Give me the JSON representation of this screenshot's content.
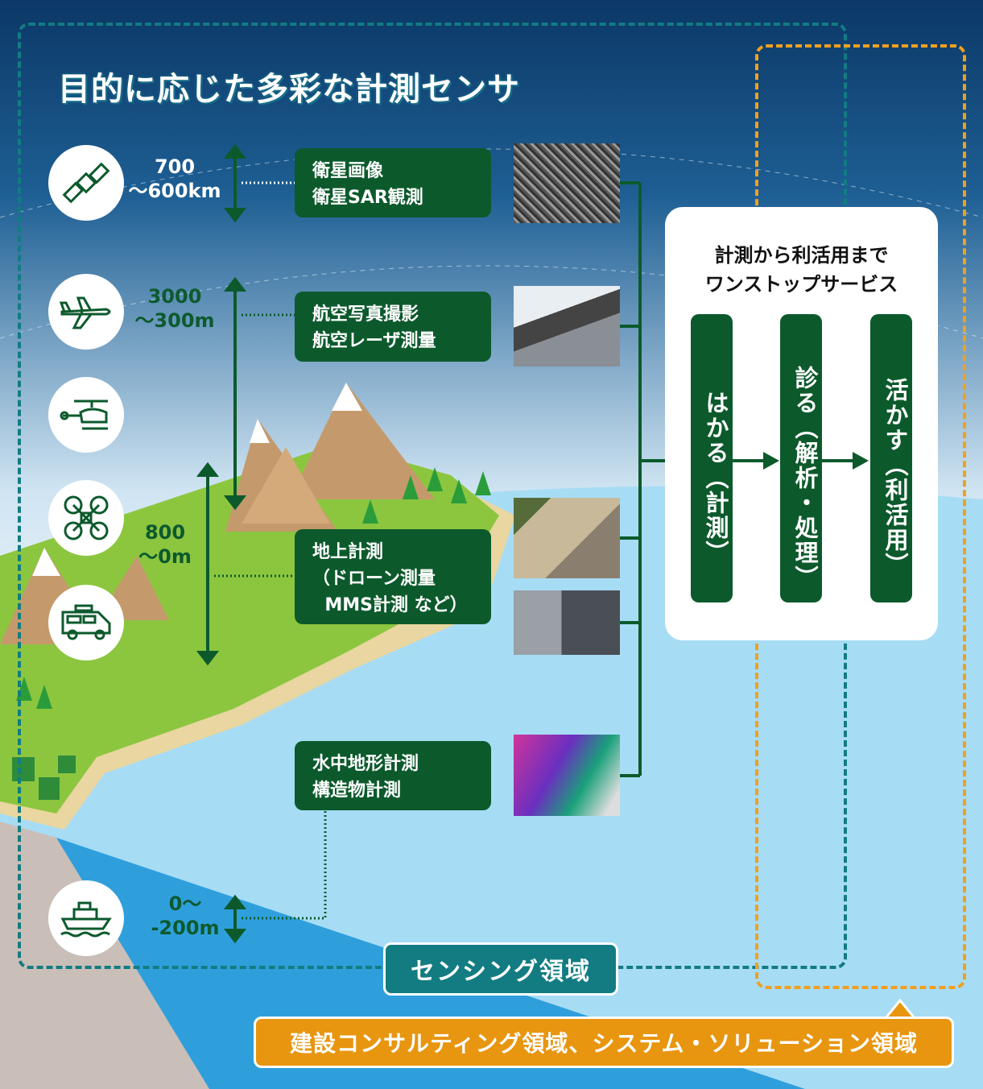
{
  "title": "目的に応じた多彩な計測センサ",
  "platforms": [
    {
      "icon": "satellite-icon",
      "altitude": "700\n〜600km",
      "sensor": "衛星画像\n衛星SAR観測",
      "photo": "satellite-image-photo"
    },
    {
      "icon": "airplane-icon",
      "altitude": "3000\n〜300m",
      "sensor": "航空写真撮影\n航空レーザ測量",
      "photo": "aerial-laser-photo"
    },
    {
      "icon": "helicopter-icon"
    },
    {
      "icon": "drone-icon",
      "altitude": "800\n〜0m",
      "sensor": "地上計測\n（ドローン測量\n  MMS計測 など）",
      "photo": "ground-survey-photo"
    },
    {
      "icon": "van-icon",
      "photo": "mms-vehicle-photo"
    },
    {
      "icon": "ship-icon",
      "altitude": "0〜\n-200m",
      "sensor": "水中地形計測\n構造物計測",
      "photo": "underwater-pointcloud-photo"
    }
  ],
  "service": {
    "title": "計測から利活用まで\nワンストップサービス",
    "steps": [
      "はかる（計測）",
      "診る（解析・処理）",
      "活かす（利活用）"
    ]
  },
  "labels": {
    "sensing": "センシング領域",
    "consulting": "建設コンサルティング領域、システム・ソリューション領域"
  },
  "colors": {
    "green": "#0c5a2c",
    "teal": "#127c82",
    "orange": "#e8950f"
  }
}
